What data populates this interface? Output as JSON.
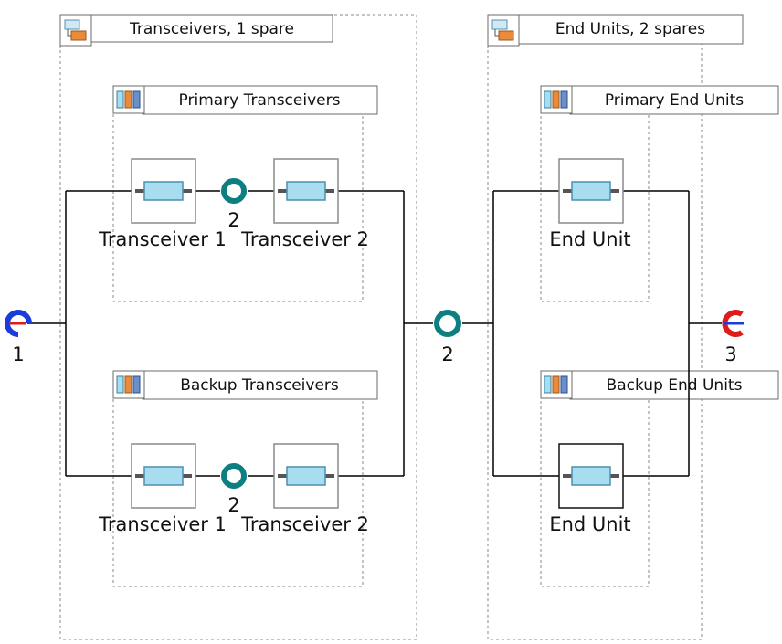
{
  "groups": {
    "transceivers": {
      "title": "Transceivers, 1 spare"
    },
    "end_units": {
      "title": "End Units, 2 spares"
    },
    "primary_transceivers": {
      "title": "Primary Transceivers"
    },
    "backup_transceivers": {
      "title": "Backup Transceivers"
    },
    "primary_end_units": {
      "title": "Primary End Units"
    },
    "backup_end_units": {
      "title": "Backup End Units"
    }
  },
  "blocks": {
    "ptx1": "Transceiver 1",
    "ptx2": "Transceiver 2",
    "btx1": "Transceiver 1",
    "btx2": "Transceiver 2",
    "peu": "End Unit",
    "beu": "End Unit"
  },
  "nodes": {
    "start": "1",
    "primary_series": "2",
    "backup_series": "2",
    "center": "2",
    "end": "3"
  },
  "colors": {
    "node_teal": "#0e7f80",
    "start_blue": "#1a3cdc",
    "end_red": "#e01b1b",
    "block_fill": "#a8dcef"
  }
}
